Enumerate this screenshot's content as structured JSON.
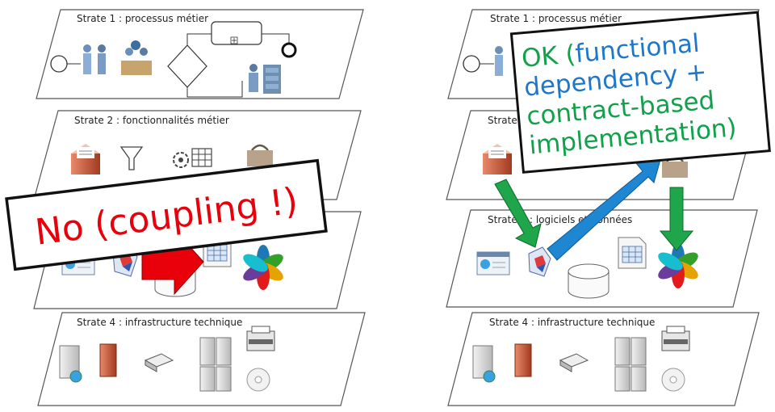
{
  "left": {
    "strata": [
      {
        "label": "Strate 1 : processus métier"
      },
      {
        "label": "Strate 2 : fonctionnalités métier"
      },
      {
        "label": ""
      },
      {
        "label": "Strate 4 : infrastructure technique"
      }
    ],
    "callout": {
      "text": "No (coupling !)",
      "color": "#e8000b"
    }
  },
  "right": {
    "strata": [
      {
        "label": "Strate 1 : processus métier"
      },
      {
        "label": "Strate 2"
      },
      {
        "label": "Strate 3 : logiciels et données"
      },
      {
        "label": "Strate 4 : infrastructure technique"
      }
    ],
    "callout": {
      "ok": "OK (",
      "functional": "functional",
      "dependency": "dependency",
      "plus": " +",
      "contract": "contract-based",
      "implementation": "implementation)"
    }
  },
  "colors": {
    "ok_green": "#12a14b",
    "blue_text": "#1f77c9",
    "red_arrow": "#e8000b",
    "green_arrow": "#1fa64a",
    "blue_arrow": "#1f86d1"
  }
}
